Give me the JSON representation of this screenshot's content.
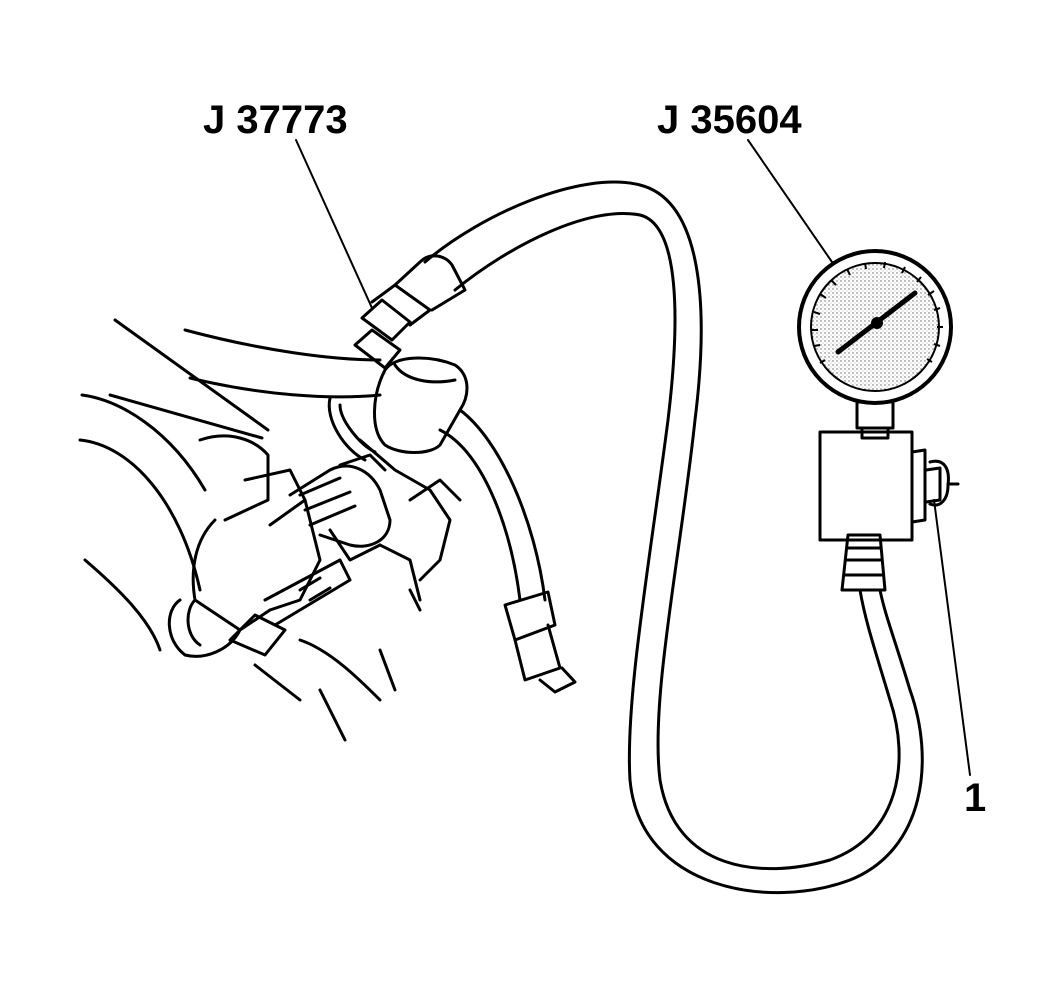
{
  "callouts": {
    "adapter": "J 37773",
    "gauge": "J 35604",
    "valve": "1"
  },
  "colors": {
    "ink": "#000000",
    "paper": "#ffffff",
    "dial_stipple": "#d8d8d8"
  }
}
